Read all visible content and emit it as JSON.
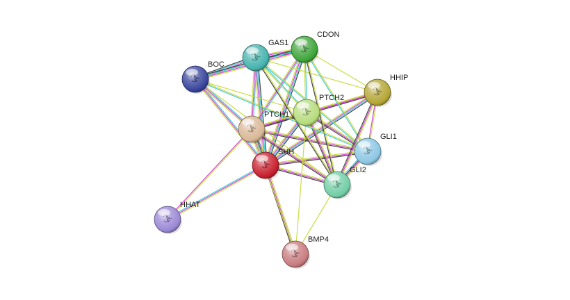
{
  "nodes": [
    {
      "id": "SHH",
      "label": "SHH",
      "color": "#c8202e"
    },
    {
      "id": "PTCH1",
      "label": "PTCH1",
      "color": "#d9b797"
    },
    {
      "id": "PTCH2",
      "label": "PTCH2",
      "color": "#b6dc7c"
    },
    {
      "id": "GAS1",
      "label": "GAS1",
      "color": "#45b3ad"
    },
    {
      "id": "CDON",
      "label": "CDON",
      "color": "#3fa53a"
    },
    {
      "id": "BOC",
      "label": "BOC",
      "color": "#38449c"
    },
    {
      "id": "HHIP",
      "label": "HHIP",
      "color": "#b4a635"
    },
    {
      "id": "GLI1",
      "label": "GLI1",
      "color": "#8cc7e4"
    },
    {
      "id": "GLI2",
      "label": "GLI2",
      "color": "#72cea5"
    },
    {
      "id": "HHAT",
      "label": "HHAT",
      "color": "#9b88d6"
    },
    {
      "id": "BMP4",
      "label": "BMP4",
      "color": "#c87b7f"
    }
  ],
  "edges": [
    {
      "a": "SHH",
      "b": "PTCH1",
      "types": [
        "yellow",
        "magenta",
        "cyan",
        "black",
        "purple"
      ]
    },
    {
      "a": "SHH",
      "b": "PTCH2",
      "types": [
        "yellow",
        "magenta",
        "cyan",
        "black"
      ]
    },
    {
      "a": "SHH",
      "b": "GAS1",
      "types": [
        "yellow",
        "magenta",
        "cyan",
        "black"
      ]
    },
    {
      "a": "SHH",
      "b": "CDON",
      "types": [
        "yellow",
        "magenta",
        "cyan",
        "black"
      ]
    },
    {
      "a": "SHH",
      "b": "BOC",
      "types": [
        "yellow",
        "magenta",
        "cyan"
      ]
    },
    {
      "a": "SHH",
      "b": "HHIP",
      "types": [
        "yellow",
        "magenta",
        "cyan",
        "black"
      ]
    },
    {
      "a": "SHH",
      "b": "GLI1",
      "types": [
        "yellow",
        "magenta",
        "black"
      ]
    },
    {
      "a": "SHH",
      "b": "GLI2",
      "types": [
        "yellow",
        "magenta",
        "black"
      ]
    },
    {
      "a": "SHH",
      "b": "HHAT",
      "types": [
        "yellow",
        "magenta",
        "cyan"
      ]
    },
    {
      "a": "SHH",
      "b": "BMP4",
      "types": [
        "yellow",
        "magenta",
        "black"
      ]
    },
    {
      "a": "PTCH1",
      "b": "PTCH2",
      "types": [
        "yellow",
        "magenta",
        "black"
      ]
    },
    {
      "a": "PTCH1",
      "b": "GAS1",
      "types": [
        "yellow",
        "magenta",
        "cyan"
      ]
    },
    {
      "a": "PTCH1",
      "b": "CDON",
      "types": [
        "yellow",
        "magenta",
        "cyan"
      ]
    },
    {
      "a": "PTCH1",
      "b": "BOC",
      "types": [
        "yellow",
        "magenta",
        "cyan"
      ]
    },
    {
      "a": "PTCH1",
      "b": "HHIP",
      "types": [
        "yellow",
        "magenta",
        "black"
      ]
    },
    {
      "a": "PTCH1",
      "b": "GLI1",
      "types": [
        "yellow",
        "magenta",
        "black"
      ]
    },
    {
      "a": "PTCH1",
      "b": "GLI2",
      "types": [
        "yellow",
        "magenta",
        "black"
      ]
    },
    {
      "a": "PTCH1",
      "b": "HHAT",
      "types": [
        "yellow",
        "magenta"
      ]
    },
    {
      "a": "PTCH1",
      "b": "BMP4",
      "types": [
        "yellow"
      ]
    },
    {
      "a": "PTCH2",
      "b": "GAS1",
      "types": [
        "yellow",
        "cyan"
      ]
    },
    {
      "a": "PTCH2",
      "b": "CDON",
      "types": [
        "yellow",
        "cyan"
      ]
    },
    {
      "a": "PTCH2",
      "b": "BOC",
      "types": [
        "yellow"
      ]
    },
    {
      "a": "PTCH2",
      "b": "HHIP",
      "types": [
        "yellow",
        "magenta"
      ]
    },
    {
      "a": "PTCH2",
      "b": "GLI1",
      "types": [
        "yellow",
        "magenta",
        "black"
      ]
    },
    {
      "a": "PTCH2",
      "b": "GLI2",
      "types": [
        "yellow",
        "magenta",
        "black"
      ]
    },
    {
      "a": "PTCH2",
      "b": "BMP4",
      "types": [
        "yellow"
      ]
    },
    {
      "a": "GAS1",
      "b": "CDON",
      "types": [
        "yellow",
        "magenta",
        "cyan",
        "black"
      ]
    },
    {
      "a": "GAS1",
      "b": "BOC",
      "types": [
        "yellow",
        "magenta",
        "cyan",
        "black"
      ]
    },
    {
      "a": "GAS1",
      "b": "HHIP",
      "types": [
        "yellow"
      ]
    },
    {
      "a": "GAS1",
      "b": "GLI1",
      "types": [
        "yellow",
        "cyan"
      ]
    },
    {
      "a": "GAS1",
      "b": "GLI2",
      "types": [
        "yellow",
        "black"
      ]
    },
    {
      "a": "CDON",
      "b": "BOC",
      "types": [
        "yellow",
        "magenta",
        "cyan",
        "black"
      ]
    },
    {
      "a": "CDON",
      "b": "HHIP",
      "types": [
        "yellow"
      ]
    },
    {
      "a": "CDON",
      "b": "GLI1",
      "types": [
        "yellow",
        "cyan"
      ]
    },
    {
      "a": "CDON",
      "b": "GLI2",
      "types": [
        "yellow",
        "black"
      ]
    },
    {
      "a": "BOC",
      "b": "GLI1",
      "types": [
        "yellow",
        "cyan"
      ]
    },
    {
      "a": "BOC",
      "b": "GLI2",
      "types": [
        "yellow"
      ]
    },
    {
      "a": "HHIP",
      "b": "GLI1",
      "types": [
        "yellow",
        "magenta"
      ]
    },
    {
      "a": "HHIP",
      "b": "GLI2",
      "types": [
        "yellow",
        "magenta",
        "black"
      ]
    },
    {
      "a": "GLI1",
      "b": "GLI2",
      "types": [
        "yellow",
        "magenta",
        "black",
        "cyan"
      ]
    },
    {
      "a": "GLI2",
      "b": "BMP4",
      "types": [
        "yellow"
      ]
    }
  ],
  "edge_colors": {
    "yellow": "#c8dc3c",
    "magenta": "#d13bd4",
    "cyan": "#3cc8d8",
    "black": "#3a3a3a",
    "purple": "#6f55c8"
  }
}
